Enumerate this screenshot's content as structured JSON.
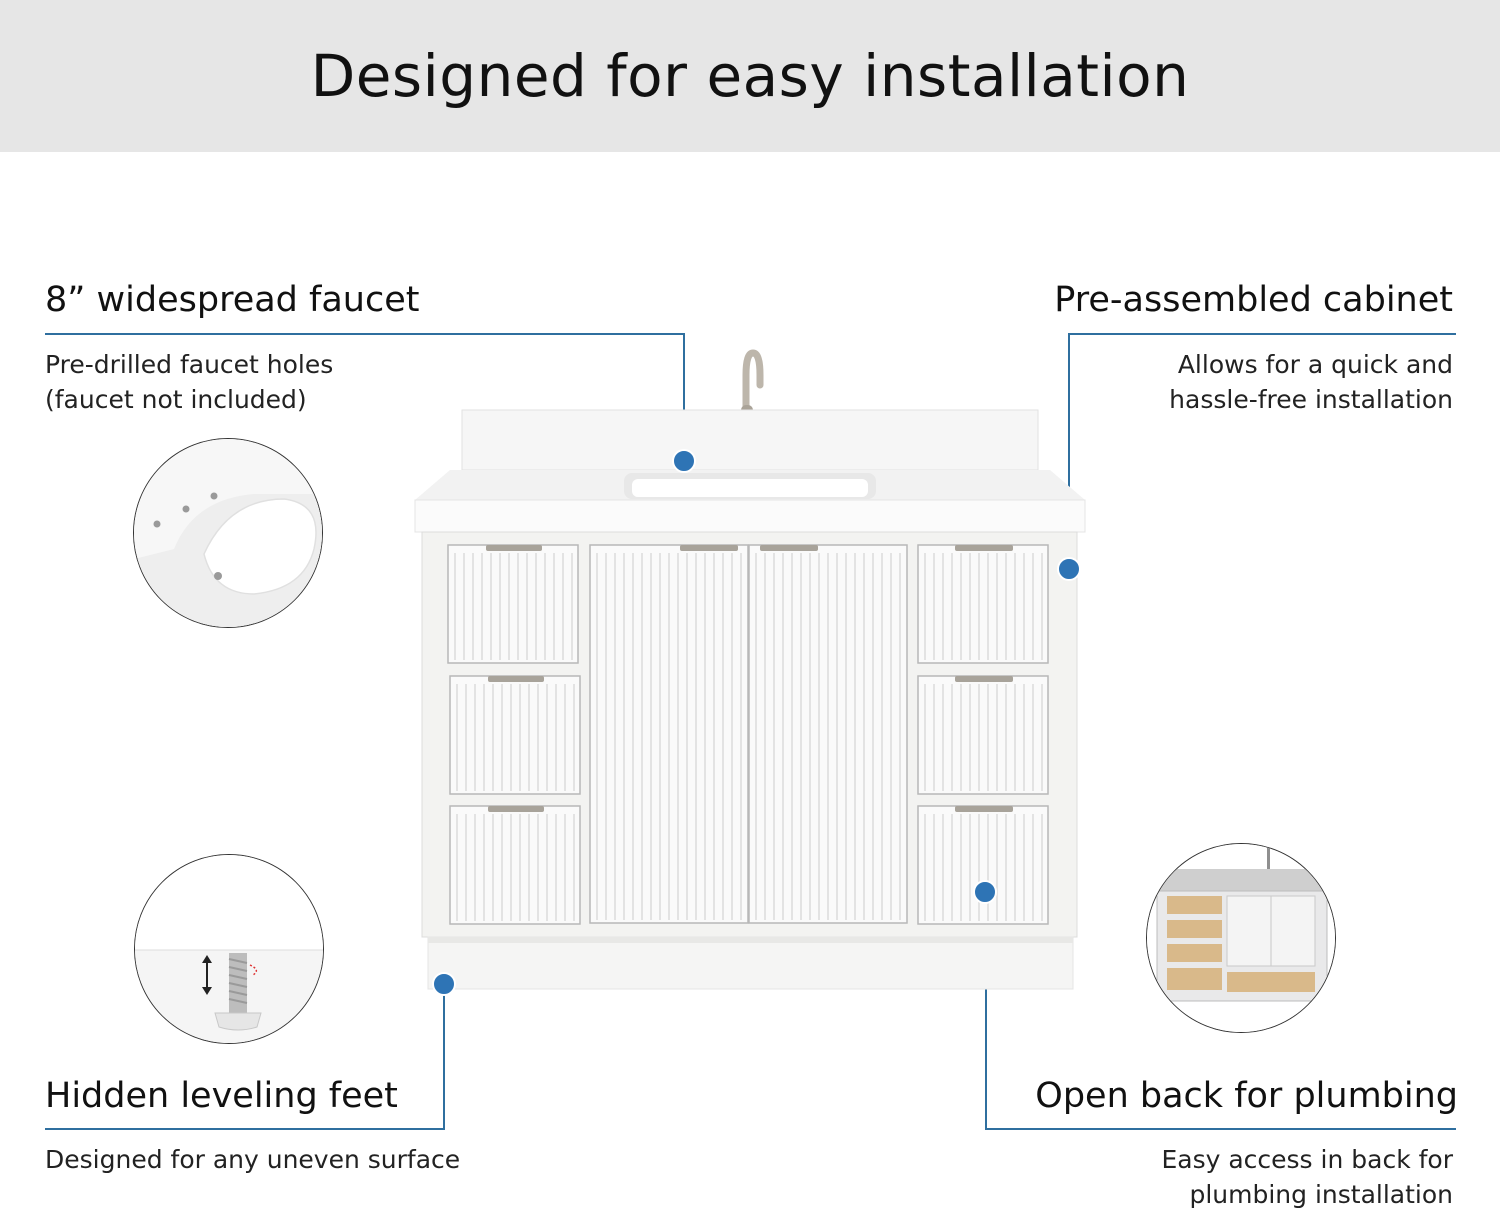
{
  "header": {
    "title": "Designed for easy installation"
  },
  "features": {
    "faucet": {
      "title": "8” widespread faucet",
      "line1": "Pre-drilled faucet holes",
      "line2": "(faucet not included)",
      "icon": "sink-faucet-holes-icon"
    },
    "cabinet": {
      "title": "Pre-assembled cabinet",
      "line1": "Allows for a quick and",
      "line2": "hassle-free installation",
      "icon": "cabinet-icon"
    },
    "feet": {
      "title": "Hidden leveling feet",
      "line1": "Designed for any uneven surface",
      "icon": "leveling-foot-icon"
    },
    "back": {
      "title": "Open back for plumbing",
      "line1": "Easy access in back for",
      "line2": "plumbing installation",
      "icon": "open-back-cabinet-icon"
    }
  },
  "colors": {
    "banner": "#e6e6e6",
    "accent": "#2e74b5",
    "leader": "#2f6f9f",
    "cabinet": "#f3f3f1",
    "hardware": "#a8a39a"
  }
}
